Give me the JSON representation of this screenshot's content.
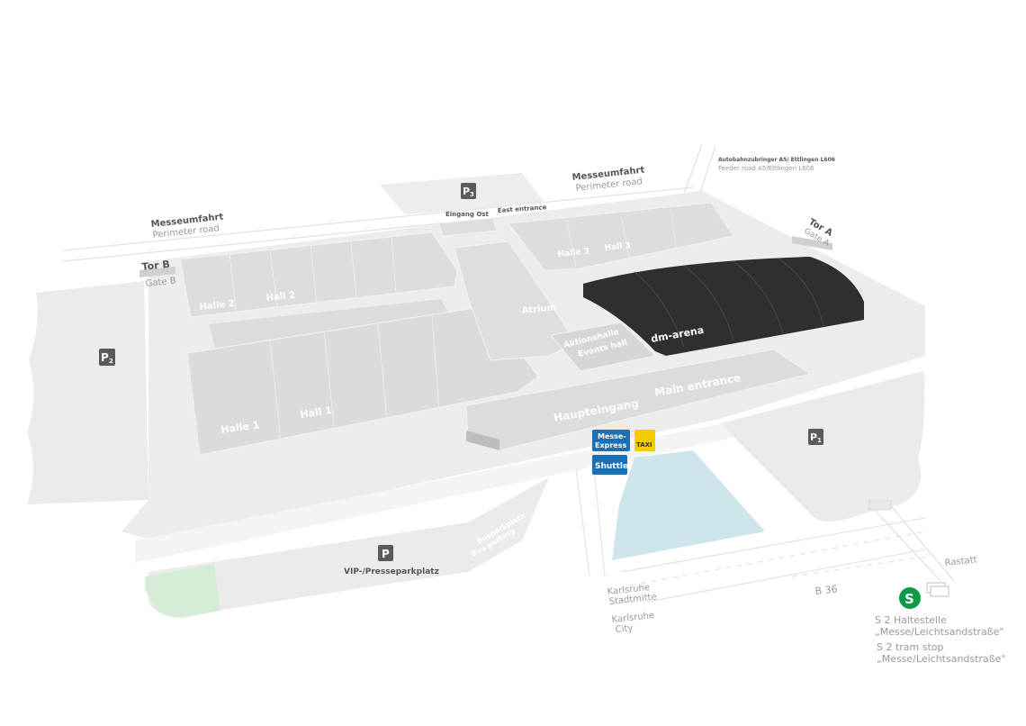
{
  "colors": {
    "ground": "#e9e9e9",
    "road": "#f3f3f3",
    "hall": "#d9d9d9",
    "hall_roof": "#e2e2e2",
    "arena": "#2f2f2f",
    "water": "#cfe5ec",
    "green": "#d5ecd6",
    "parking_badge": "#5a5a5a",
    "blue_badge": "#1a6fb5",
    "taxi": "#f4cc00",
    "sbahn": "#0f9a48"
  },
  "roads": {
    "perimeter_west_de": "Messeumfahrt",
    "perimeter_west_en": "Perimeter road",
    "perimeter_east_de": "Messeumfahrt",
    "perimeter_east_en": "Perimeter road",
    "feeder_de": "Autobahnzubringer A5/ Ettlingen L606",
    "feeder_en": "Feeder road A5/Ettlingen L606",
    "b36": "B 36",
    "rastatt": "Rastatt",
    "city_de_1": "Karlsruhe",
    "city_de_2": "Stadtmitte",
    "city_en_1": "Karlsruhe",
    "city_en_2": "City"
  },
  "gates": {
    "tor_b": "Tor B",
    "gate_b": "Gate B",
    "tor_a": "Tor A",
    "gate_a": "Gate A"
  },
  "entrances": {
    "east_de": "Eingang Ost",
    "east_en": "East entrance",
    "main_de": "Haupteingang",
    "main_en": "Main entrance"
  },
  "halls": {
    "halle1": "Halle 1",
    "hall1": "Hall 1",
    "halle2": "Halle 2",
    "hall2": "Hall 2",
    "halle3": "Halle 3",
    "hall3": "Hall 3",
    "atrium": "Atrium",
    "events_de": "Aktionshalle",
    "events_en": "Events hall",
    "arena": "dm-arena"
  },
  "parking": {
    "p1": "P",
    "p1_sub": "1",
    "p2": "P",
    "p2_sub": "2",
    "p3": "P",
    "p3_sub": "3",
    "vip": "P",
    "vip_label": "VIP-/Presseparkplatz",
    "bus_de": "Busparkplatz",
    "bus_en": "Bus parking"
  },
  "transport": {
    "messe_express_1": "Messe-",
    "messe_express_2": "Express",
    "taxi": "TAXI",
    "shuttle": "Shuttle",
    "sbahn_icon": "S",
    "stop_de_1": "S 2 Haltestelle",
    "stop_de_2": "„Messe/Leichtsandstraße\"",
    "stop_en_1": "S 2 tram stop",
    "stop_en_2": "„Messe/Leichtsandstraße\""
  }
}
